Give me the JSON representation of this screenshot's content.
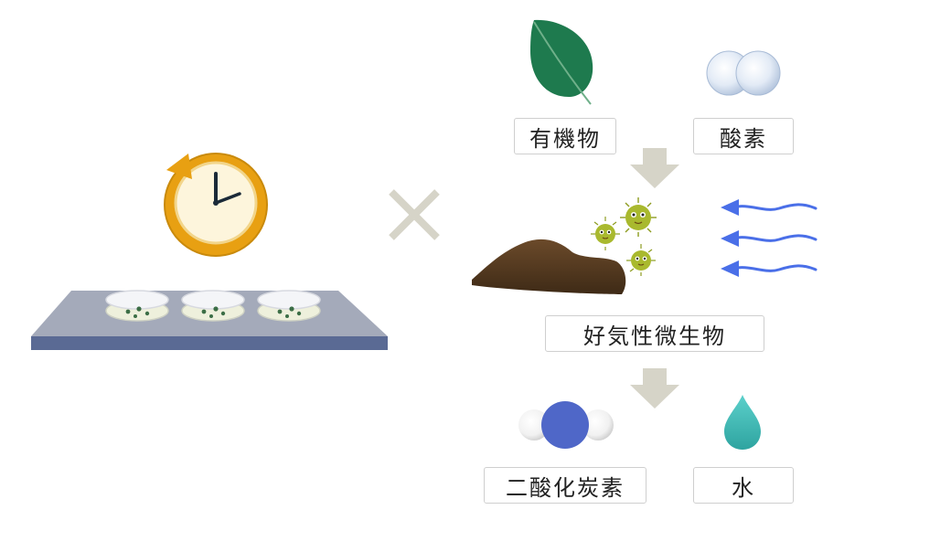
{
  "labels": {
    "organic_matter": "有機物",
    "oxygen": "酸素",
    "aerobic_microbes": "好気性微生物",
    "carbon_dioxide": "二酸化炭素",
    "water": "水"
  },
  "icons": {
    "operator": "multiply-icon",
    "arrows": "down-arrow-icon",
    "clock": "clock-icon",
    "leaf": "leaf-icon",
    "oxygen": "oxygen-molecule-icon",
    "co2": "co2-molecule-icon",
    "water": "water-drop-icon",
    "airflow": "airflow-arrows-icon"
  },
  "colors": {
    "leaf": "#1e7a4e",
    "clock_ring": "#e8a012",
    "arrow": "#d6d4c8",
    "multiply": "#d6d4c8",
    "co2_center": "#4f67c8",
    "water": "#3fb7b3",
    "airflow": "#4a6fe8",
    "soil": "#5a3e24",
    "microbe": "#a9b92e",
    "tray_top": "#a4aaba",
    "tray_side": "#5a6a94"
  }
}
